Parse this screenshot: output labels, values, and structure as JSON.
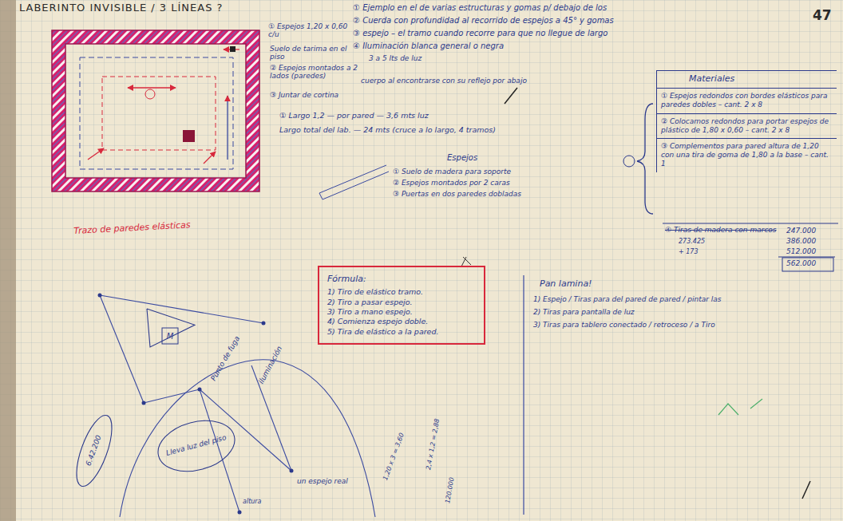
{
  "diagram": {
    "title": "LABERINTO INVISIBLE / 3 LÍNEAS ?",
    "nodes": [
      {
        "text": [
          "Materiales"
        ]
      },
      {
        "text": [
          "① Espejos redondos con bordes elásticos para paredes dobles – cant. 2 x 8"
        ],
        "in": 0
      },
      {
        "text": [
          "② Colocamos redondos para portar espejos de plástico de 1,80 x 0,60 – cant. 2 x 8"
        ],
        "in": 0
      },
      {
        "text": [
          "③ Complementos para pared altura de 1,20 con una tira de goma de 1,80 a la base – cant. 1"
        ],
        "in": 0
      },
      {
        "text": [
          "Fórmula:",
          "1) Tiro de elástico tramo.",
          "2) Tiro a pasar espejo.",
          "3) Tiro a mano espejo.",
          "4) Comienza espejo doble.",
          "5) Tira de elástico a la pared."
        ]
      },
      {
        "text": [
          "6.42.200"
        ]
      },
      {
        "text": [
          "Lleva luz del piso"
        ]
      },
      {
        "text": [
          "M"
        ]
      }
    ],
    "labels": [
      "① Espejos 1,20 x 0,60 c/u",
      "Suelo de tarima en el piso",
      "② Espejos montados a 2 lados (paredes)",
      "③ Juntar de cortina",
      "① Ejemplo en el de varias estructuras y gomas p/ debajo de los",
      "② Cuerda con profundidad al recorrido de espejos a 45° y gomas",
      "③ espejo – el tramo cuando recorre para que no llegue de largo",
      "④ Iluminación blanca general o negra",
      "3 a 5 lts de luz",
      "cuerpo al encontrarse con su reflejo por abajo",
      "① Largo 1,2 — por pared — 3,6 mts luz",
      "Largo total del lab. — 24 mts (cruce a lo largo, 4 tramos)",
      "Espejos",
      "① Suelo de madera para soporte",
      "② Espejos montados por 2 caras",
      "③ Puertas en dos paredes dobladas",
      "④ Tiras de madera con marcos",
      "Trazo de paredes elásticas",
      "47",
      "273.425",
      "+ 173",
      "247.000",
      "386.000",
      "512.000",
      "562.000",
      "Pan lamina!",
      "1) Espejo / Tiras para del pared de pared / pintar las",
      "2) Tiras para pantalla de luz",
      "3) Tiras para tablero conectado / retroceso / a Tiro",
      "Punto de fuga",
      "iluminación",
      "un espejo real",
      "altura",
      "1,20 x 3 = 3,60",
      "2,4 x 1,2 = 2,88",
      "120.000"
    ]
  }
}
